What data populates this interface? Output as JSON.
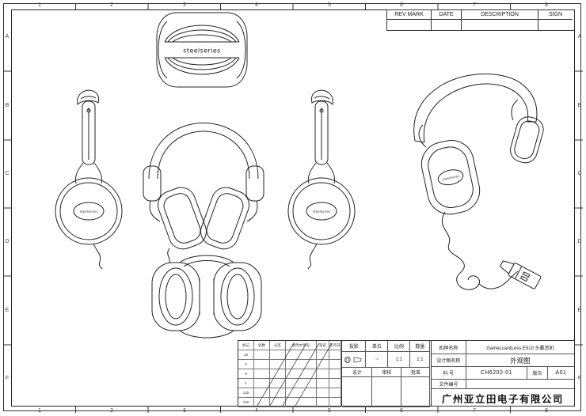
{
  "logo": "steelseries",
  "grid": {
    "cols": [
      "1",
      "2",
      "3",
      "4",
      "5",
      "6",
      "7",
      "8"
    ],
    "rows": [
      "A",
      "B",
      "C",
      "D",
      "E",
      "F"
    ]
  },
  "rev_table": {
    "headers": [
      "REV MARK",
      "DATE",
      "DESCRIPTION",
      "SIGN"
    ]
  },
  "title_block": {
    "left": {
      "headers": [
        "标记",
        "处数",
        "分区",
        "更改文件号",
        "签名",
        "年月日"
      ],
      "row_nums": [
        "10",
        "9",
        "8",
        "1",
        "130",
        "120"
      ]
    },
    "middle": {
      "proj_label": "投影",
      "unit_label": "单位",
      "scale_label": "比例",
      "qty_label": "数量",
      "unit_value": "~",
      "scale_value": "1:1",
      "qty_value": "1:1",
      "sign_labels": [
        "设计",
        "审核",
        "批准"
      ]
    },
    "right": {
      "model_label": "机种名称",
      "model_value": "GameLuantLess E510 头戴耳机",
      "drawing_label": "设计图名称",
      "drawing_value": "外观图",
      "part_label": "料 号",
      "part_value": "CH6202-01",
      "rev_label": "版次",
      "rev_value": "A01",
      "doc_label": "文件编号",
      "doc_value": "",
      "company": "广州亚立田电子有限公司"
    }
  }
}
